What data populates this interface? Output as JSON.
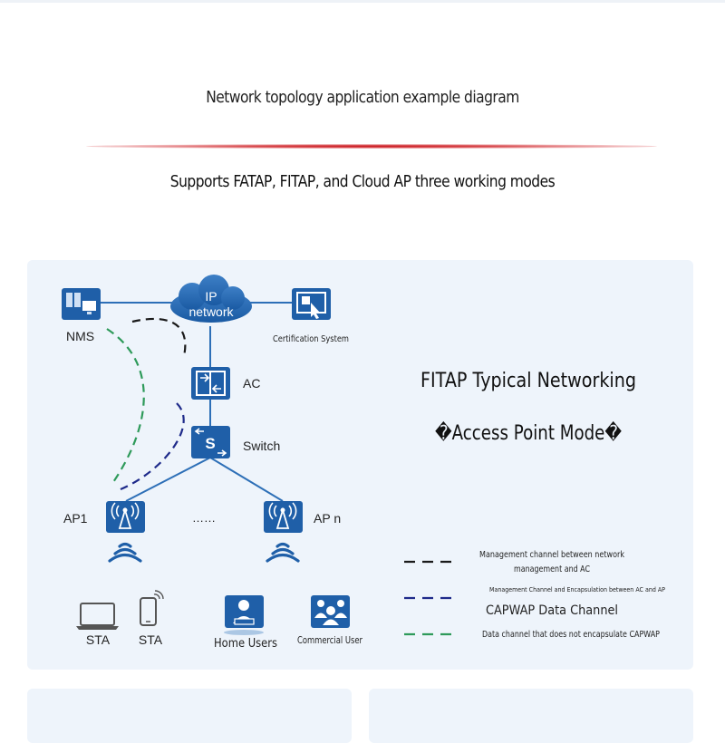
{
  "header": {
    "title": "Network topology application example diagram",
    "subtitle": "Supports FATAP, FITAP, and Cloud AP three working modes"
  },
  "diagram": {
    "cloud_line1": "IP",
    "cloud_line2": "network",
    "nms": "NMS",
    "certification": "Certification System",
    "ac": "AC",
    "switch": "Switch",
    "switch_glyph": "S",
    "ap1": "AP1",
    "ellipsis": "……",
    "apn": "AP n",
    "sta1": "STA",
    "sta2": "STA",
    "home_users": "Home Users",
    "commercial_user": "Commercial User",
    "heading_line1": "FITAP Typical Networking",
    "heading_line2": "�Access Point Mode�"
  },
  "legend": {
    "black": "Management channel between network management and AC",
    "black_line1": "Management channel between network",
    "black_line2": "management and AC",
    "blue_small": "Management Channel and Encapsulation between AC and AP",
    "blue": "CAPWAP Data Channel",
    "green": "Data channel that does not encapsulate CAPWAP"
  },
  "colors": {
    "icon_blue": "#1f5fa8",
    "mgmt_black": "#1a1a1a",
    "capwap_navy": "#1e2a8a",
    "data_green": "#2e9a5a",
    "divider_red": "#c8161d",
    "panel_bg": "#eef4fb"
  }
}
